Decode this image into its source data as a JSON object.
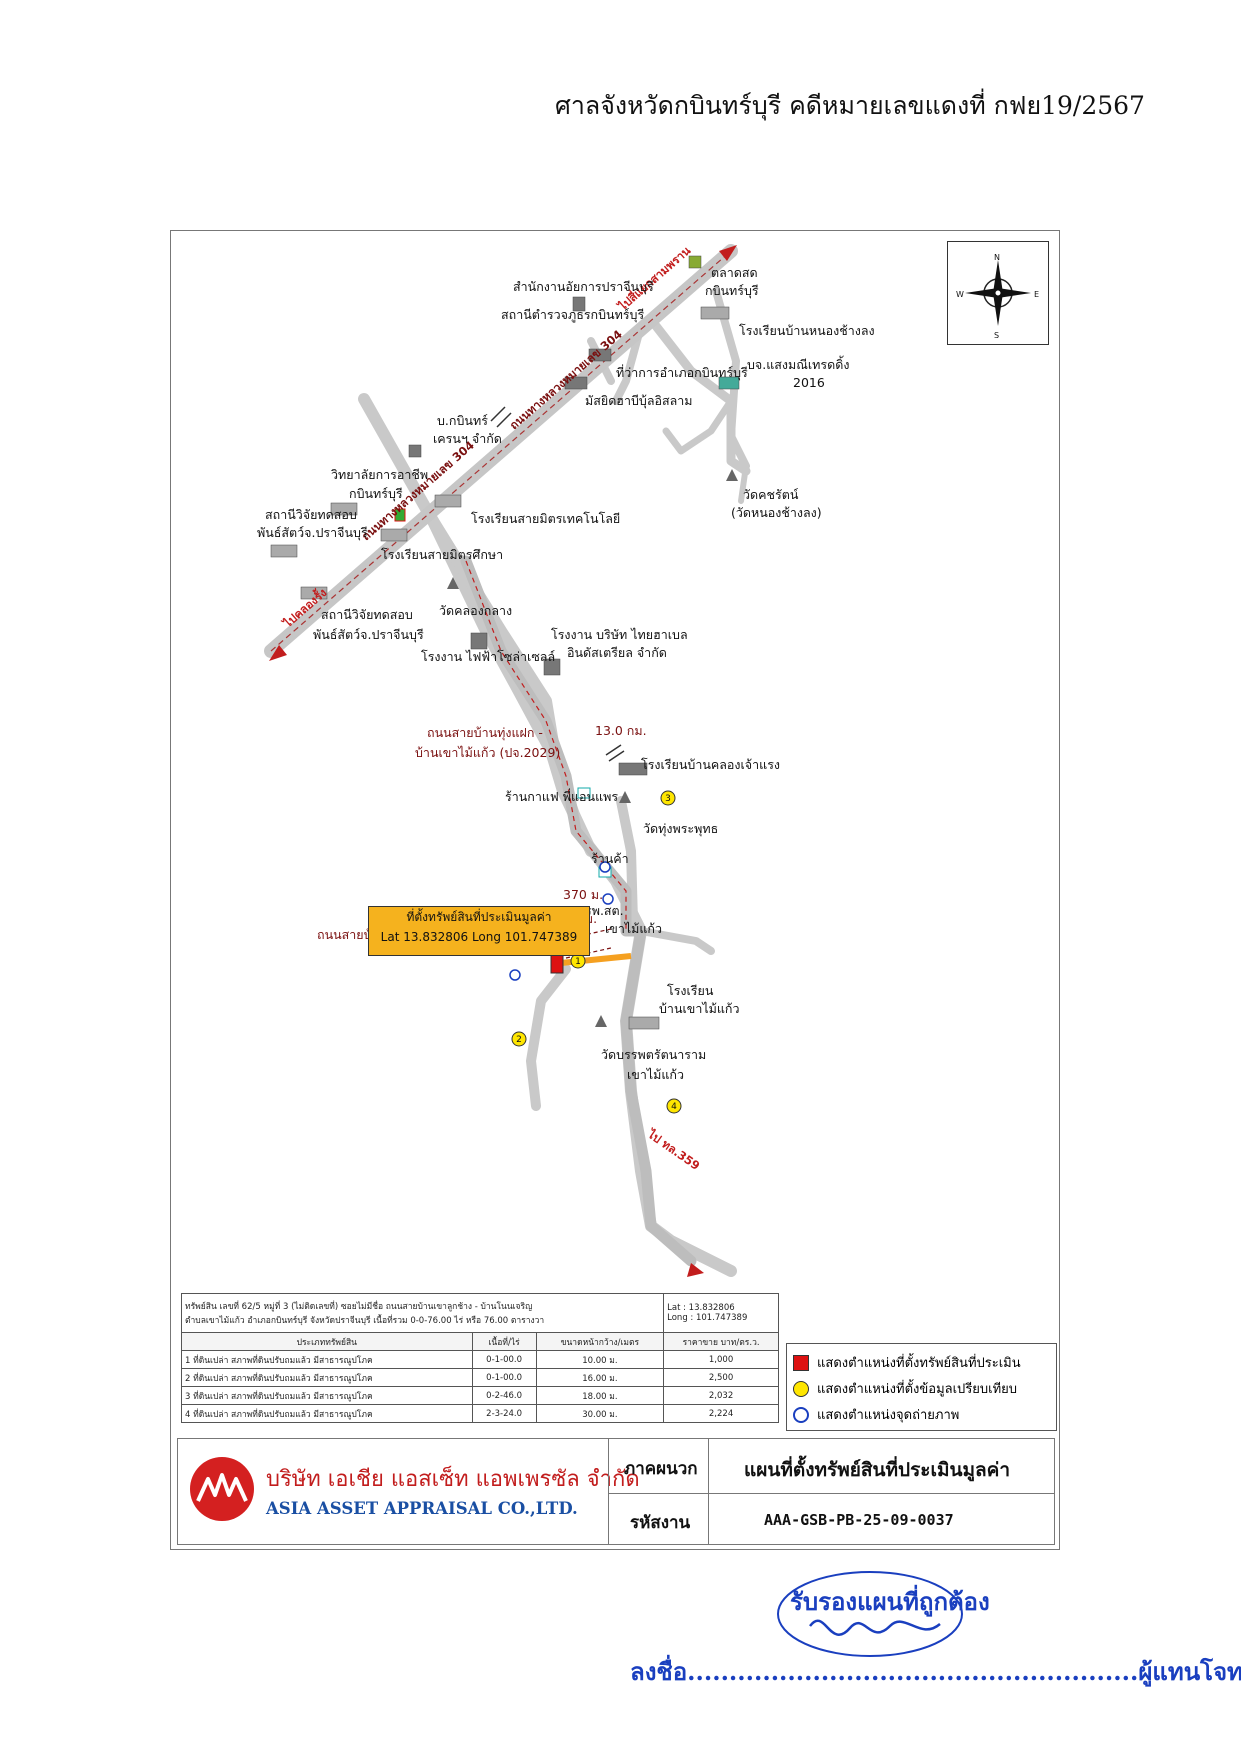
{
  "header": "ศาลจังหวัดกบินทร์บุรี  คดีหมายเลขแดงที่ กฟย19/2567",
  "compass": {
    "n": "N",
    "s": "S",
    "e": "E",
    "w": "W"
  },
  "roads": {
    "hw304_a": "ถนนทางหลวงหมายเลข 304",
    "hw304_b": "ถนนทางหลวงหมายเลข 304",
    "to_sam_phran": "ไปสี่แยกสามพราน",
    "to_khlong_ruea": "ไปคลองรั้ง",
    "road_2029_l1": "ถนนสายบ้านทุ่งแฝก -",
    "road_2029_l2": "บ้านเขาไม้แก้ว (ปจ.2029)",
    "dist_13": "13.0 กม.",
    "dist_370": "370 ม.",
    "dist_70": "70 ม.",
    "road_west": "ถนนสายบ้านเขาลูกช้าง - บ้านโนนเจริญ",
    "to_359": "ไป ทล.359"
  },
  "landmarks": {
    "prosecutor": "สำนักงานอัยการปราจีนบุรี",
    "police": "สถานีตำรวจภูธรกบินทร์บุรี",
    "district_office": "ที่ว่าการอำเภอกบินทร์บุรี",
    "mosque": "มัสยิดฮาบีบุ้ลอิสลาม",
    "market_l1": "ตลาดสด",
    "market_l2": "กบินทร์บุรี",
    "school_nong": "โรงเรียนบ้านหนองช้างลง",
    "shop_l1": "บจ.แสงมณีเทรดดิ้ง",
    "shop_l2": "2016",
    "wat_kha_l1": "วัดคชรัตน์",
    "wat_kha_l2": "(วัดหนองช้างลง)",
    "kabin_l1": "บ.กบินทร์",
    "kabin_l2": "เครนฯ จำกัด",
    "college_l1": "วิทยาลัยการอาชีพ",
    "college_l2": "กบินทร์บุรี",
    "station1_l1": "สถานีวิจัยทดสอบ",
    "station1_l2": "พันธ์สัตว์จ.ปราจีนบุรี",
    "school_tech": "โรงเรียนสายมิตรเทคโนโลยี",
    "school_suksa": "โรงเรียนสายมิตรศึกษา",
    "station2_l1": "สถานีวิจัยทดสอบ",
    "station2_l2": "พันธ์สัตว์จ.ปราจีนบุรี",
    "wat_khlong": "วัดคลองกลาง",
    "solar": "โรงงาน ไฟฟ้าโซล่าเซลล์",
    "factory_l1": "โรงงาน บริษัท ไทยฮาเบล",
    "factory_l2": "อินดัสเตรียล จำกัด",
    "school_khlong": "โรงเรียนบ้านคลองเจ้าแรง",
    "cafe": "ร้านกาแฟ พี่แอนแพร",
    "wat_thung": "วัดทุ่งพระพุทธ",
    "shop": "ร้านค้า",
    "hospital_l1": "รพ.สต.",
    "hospital_l2": "เขาไม้แก้ว",
    "school_khao_l1": "โรงเรียน",
    "school_khao_l2": "บ้านเขาไม้แก้ว",
    "wat_ban_l1": "วัดบรรพตรัตนาราม",
    "wat_ban_l2": "เขาไม้แก้ว"
  },
  "callout": {
    "title": "ที่ตั้งทรัพย์สินที่ประเมินมูลค่า",
    "coords": "Lat 13.832806  Long 101.747389"
  },
  "markers": {
    "m1": "1",
    "m2": "2",
    "m3": "3",
    "m4": "4"
  },
  "property_table": {
    "subject_l1": "ทรัพย์สิน เลขที่ 62/5 หมู่ที่ 3 (ไม่ติดเลขที่) ซอยไม่มีชื่อ ถนนสายบ้านเขาลูกช้าง - บ้านโนนเจริญ",
    "subject_l2": "ตำบลเขาไม้แก้ว อำเภอกบินทร์บุรี จังหวัดปราจีนบุรี  เนื้อที่รวม 0-0-76.00 ไร่ หรือ 76.00 ตารางวา",
    "lat": "Lat : 13.832806",
    "long": "Long : 101.747389",
    "headers": [
      "ประเภททรัพย์สิน",
      "เนื้อที่/ไร่",
      "ขนาดหน้ากว้าง/เมตร",
      "ราคาขาย บาท/ตร.ว."
    ],
    "rows": [
      {
        "no": "1",
        "type": "ที่ดินเปล่า สภาพที่ดินปรับถมแล้ว มีสาธารณูปโภค",
        "area": "0-1-00.0",
        "width": "10.00 ม.",
        "price": "1,000"
      },
      {
        "no": "2",
        "type": "ที่ดินเปล่า สภาพที่ดินปรับถมแล้ว มีสาธารณูปโภค",
        "area": "0-1-00.0",
        "width": "16.00 ม.",
        "price": "2,500"
      },
      {
        "no": "3",
        "type": "ที่ดินเปล่า สภาพที่ดินปรับถมแล้ว มีสาธารณูปโภค",
        "area": "0-2-46.0",
        "width": "18.00 ม.",
        "price": "2,032"
      },
      {
        "no": "4",
        "type": "ที่ดินเปล่า สภาพที่ดินปรับถมแล้ว มีสาธารณูปโภค",
        "area": "2-3-24.0",
        "width": "30.00 ม.",
        "price": "2,224"
      }
    ]
  },
  "legend": {
    "subject": "แสดงตำแหน่งที่ตั้งทรัพย์สินที่ประเมิน",
    "compare": "แสดงตำแหน่งที่ตั้งข้อมูลเปรียบเทียบ",
    "photo": "แสดงตำแหน่งจุดถ่ายภาพ"
  },
  "titleblock": {
    "company_th": "บริษัท เอเชีย แอสเซ็ท แอพเพรซัล จำกัด",
    "company_en": "ASIA ASSET APPRAISAL CO.,LTD.",
    "appendix_label": "ภาคผนวก",
    "appendix_value": "แผนที่ตั้งทรัพย์สินที่ประเมินมูลค่า",
    "code_label": "รหัสงาน",
    "code_value": "AAA-GSB-PB-25-09-0037"
  },
  "certify": {
    "stamp": "รับรองแผนที่ถูกต้อง",
    "sign_prefix": "ลงชื่อ",
    "dots": "......................................................",
    "sign_suffix": "ผู้แทนโจทก์"
  },
  "colors": {
    "road": "#c9c9c9",
    "highway": "#c0c0c0",
    "callout": "#f5b21e",
    "red": "#c21d1d",
    "blue": "#1a3fbf",
    "marker": "#ffe600"
  }
}
